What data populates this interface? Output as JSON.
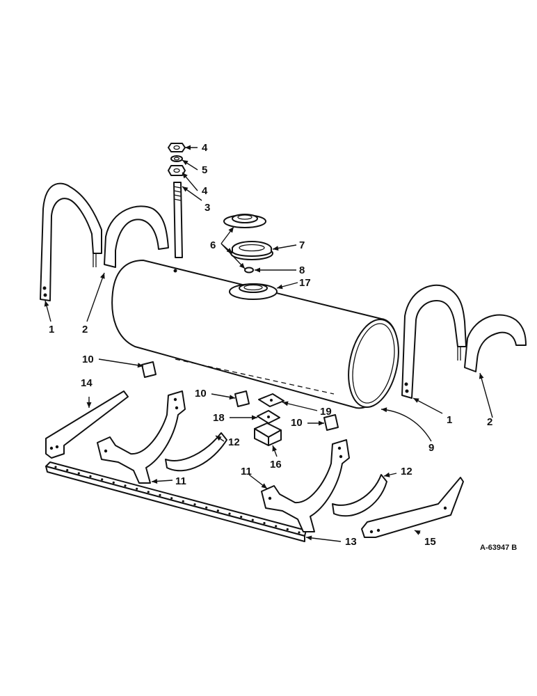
{
  "drawing_code": "A-63947 B",
  "callouts": [
    {
      "id": "c1a",
      "text": "1"
    },
    {
      "id": "c2a",
      "text": "2"
    },
    {
      "id": "c3",
      "text": "3"
    },
    {
      "id": "c4a",
      "text": "4"
    },
    {
      "id": "c5",
      "text": "5"
    },
    {
      "id": "c4b",
      "text": "4"
    },
    {
      "id": "c6",
      "text": "6"
    },
    {
      "id": "c7",
      "text": "7"
    },
    {
      "id": "c8",
      "text": "8"
    },
    {
      "id": "c17",
      "text": "17"
    },
    {
      "id": "c1b",
      "text": "1"
    },
    {
      "id": "c2b",
      "text": "2"
    },
    {
      "id": "c9",
      "text": "9"
    },
    {
      "id": "c10a",
      "text": "10"
    },
    {
      "id": "c10b",
      "text": "10"
    },
    {
      "id": "c10c",
      "text": "10"
    },
    {
      "id": "c19",
      "text": "19"
    },
    {
      "id": "c18",
      "text": "18"
    },
    {
      "id": "c16",
      "text": "16"
    },
    {
      "id": "c14",
      "text": "14"
    },
    {
      "id": "c12a",
      "text": "12"
    },
    {
      "id": "c12b",
      "text": "12"
    },
    {
      "id": "c11a",
      "text": "11"
    },
    {
      "id": "c11b",
      "text": "11"
    },
    {
      "id": "c13",
      "text": "13"
    },
    {
      "id": "c15",
      "text": "15"
    }
  ]
}
